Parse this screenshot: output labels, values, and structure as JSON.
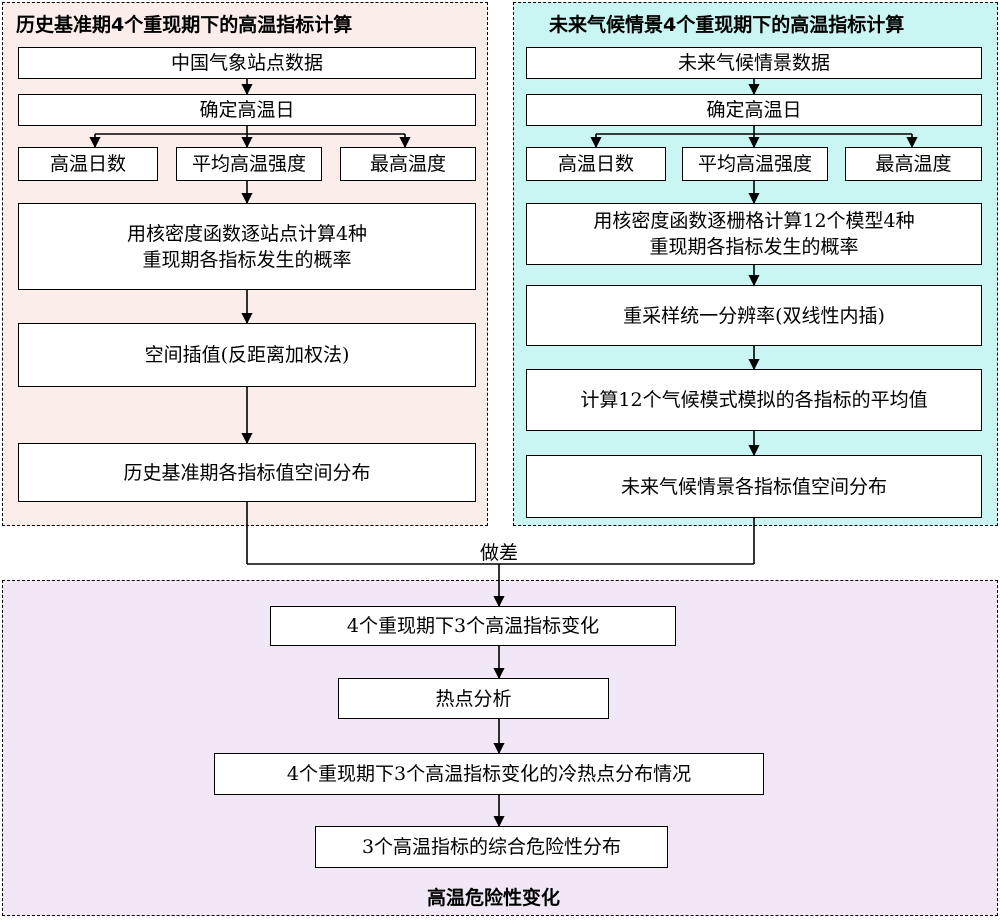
{
  "left_panel": {
    "title": "历史基准期4个重现期下的高温指标计算",
    "bg_color": "#fbeeea",
    "station_data": "中国气象站点数据",
    "determine_days": "确定高温日",
    "indicators": [
      "高温日数",
      "平均高温强度",
      "最高温度"
    ],
    "kde_line1": "用核密度函数逐站点计算4种",
    "kde_line2": "重现期各指标发生的概率",
    "interpolation": "空间插值(反距离加权法)",
    "distribution": "历史基准期各指标值空间分布"
  },
  "right_panel": {
    "title": "未来气候情景4个重现期下的高温指标计算",
    "bg_color": "#c9f5f3",
    "climate_data": "未来气候情景数据",
    "determine_days": "确定高温日",
    "indicators": [
      "高温日数",
      "平均高温强度",
      "最高温度"
    ],
    "kde_line1": "用核密度函数逐栅格计算12个模型4种",
    "kde_line2": "重现期各指标发生的概率",
    "resample": "重采样统一分辨率(双线性内插)",
    "mean": "计算12个气候模式模拟的各指标的平均值",
    "distribution": "未来气候情景各指标值空间分布"
  },
  "diff_label": "做差",
  "bottom_panel": {
    "title": "高温危险性变化",
    "bg_color": "#f2e7f7",
    "change": "4个重现期下3个高温指标变化",
    "hotspot": "热点分析",
    "hotspot_dist": "4个重现期下3个高温指标变化的冷热点分布情况",
    "hazard": "3个高温指标的综合危险性分布"
  }
}
